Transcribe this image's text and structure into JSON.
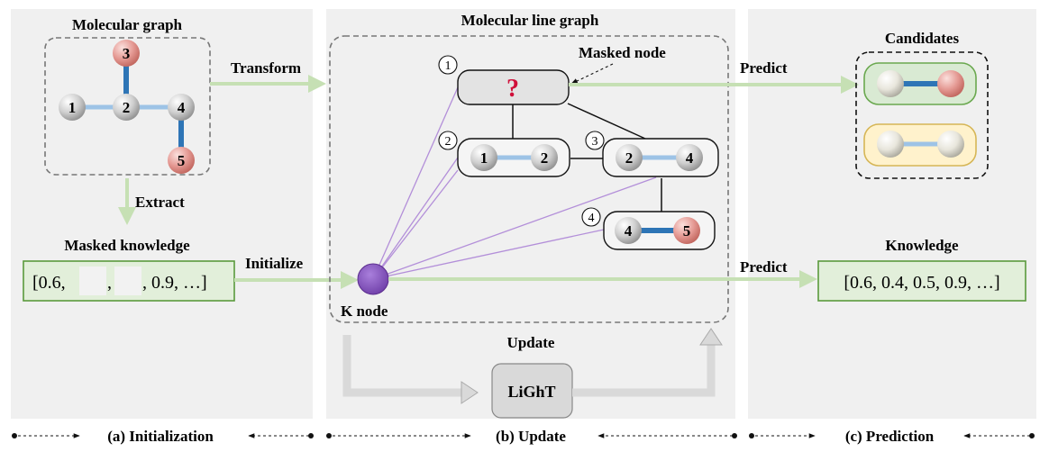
{
  "panels": {
    "initialization": {
      "graph_title": "Molecular graph",
      "extract_label": "Extract",
      "masked_knowledge_title": "Masked knowledge",
      "masked_vector": {
        "first": "[0.6,",
        "sep": ",",
        "second": ", 0.9, …]"
      },
      "transform_label": "Transform",
      "initialize_label": "Initialize",
      "caption": "(a) Initialization"
    },
    "update": {
      "title": "Molecular line graph",
      "masked_node_label": "Masked node",
      "question_mark": "?",
      "k_node_label": "K node",
      "update_label": "Update",
      "light_label": "LiGhT",
      "caption": "(b) Update"
    },
    "prediction": {
      "candidates_title": "Candidates",
      "predict_label_top": "Predict",
      "predict_label_bottom": "Predict",
      "knowledge_title": "Knowledge",
      "knowledge_vector": "[0.6, 0.4, 0.5, 0.9, …]",
      "caption": "(c) Prediction"
    }
  },
  "molecule": {
    "atoms": [
      "1",
      "2",
      "3",
      "4",
      "5"
    ]
  },
  "line_graph": {
    "node_indices": [
      "1",
      "2",
      "3",
      "4"
    ],
    "node_2_atoms": [
      "1",
      "2"
    ],
    "node_3_atoms": [
      "2",
      "4"
    ],
    "node_4_atoms": [
      "4",
      "5"
    ]
  },
  "colors": {
    "panel_bg": "#f0f0f0",
    "arrow_green": "#c6e0b4",
    "green_box_fill": "#e2efda",
    "green_box_stroke": "#5a9a3c",
    "single_bond": "#9dc3e6",
    "double_bond": "#2e75b6",
    "k_node_fill": "#8e5cc4",
    "k_edge": "#b38fd9",
    "question_red": "#d0103a",
    "candidate_green_fill": "#d9ead3",
    "candidate_green_stroke": "#6aa84f",
    "candidate_yellow_fill": "#fff2cc",
    "candidate_yellow_stroke": "#d6b656",
    "grey_arrow": "#d9d9d9"
  }
}
